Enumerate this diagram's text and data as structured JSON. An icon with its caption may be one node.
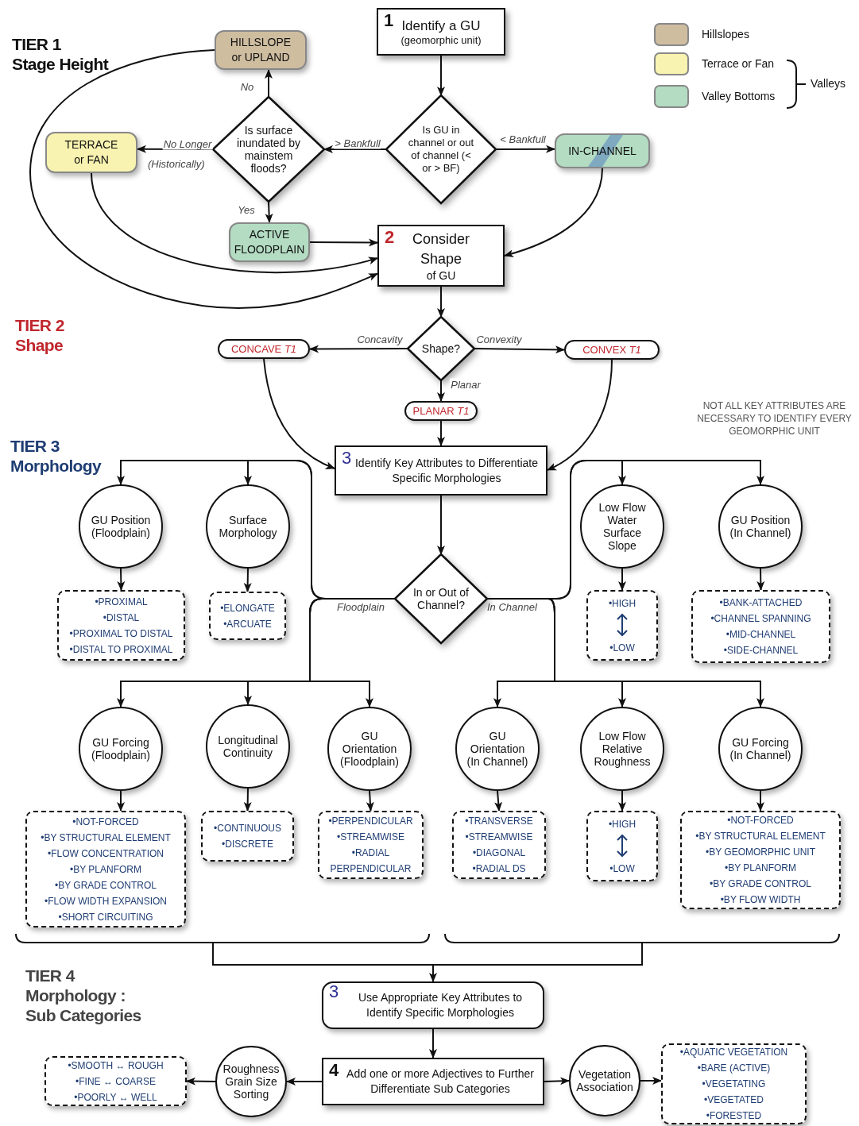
{
  "diagram": {
    "nodes": [
      {
        "text": [
          "1",
          "Identify a GU",
          "(geomorphic unit)"
        ]
      },
      {
        "text": [
          "HILLSLOPE or UPLAND"
        ]
      },
      {
        "text": [
          "Is surface inundated by mainstem floods?"
        ]
      },
      {
        "text": [
          "Is GU in channel or out of channel (< or > BF)"
        ]
      },
      {
        "text": [
          "TERRACE or FAN"
        ]
      },
      {
        "text": [
          "IN-CHANNEL"
        ]
      },
      {
        "text": [
          "ACTIVE FLOODPLAIN"
        ]
      },
      {
        "text": [
          "2",
          "Consider Shape",
          "of GU"
        ]
      },
      {
        "text": [
          "Shape?"
        ]
      },
      {
        "text": [
          "CONCAVE *T1*"
        ]
      },
      {
        "text": [
          "CONVEX *T1*"
        ]
      },
      {
        "text": [
          "PLANAR *T1*"
        ]
      },
      {
        "text": [
          "3",
          "Identify Key Attributes to Differentiate Specific Morphologies"
        ]
      },
      {
        "text": [
          "In or Out of Channel?"
        ]
      },
      {
        "text": [
          "GU Position (Floodplain)"
        ]
      },
      {
        "text": [
          "Surface Morphology"
        ]
      },
      {
        "text": [
          "Low Flow Water Surface Slope"
        ]
      },
      {
        "text": [
          "GU Position (In Channel)"
        ]
      },
      {
        "text": [
          "•PROXIMAL",
          "•DISTAL",
          "•PROXIMAL TO DISTAL",
          "•DISTAL TO PROXIMAL"
        ]
      },
      {
        "text": [
          "•ELONGATE",
          "•ARCUATE"
        ]
      },
      {
        "text": [
          "•HIGH",
          "•LOW"
        ]
      },
      {
        "text": [
          "•BANK-ATTACHED",
          "•CHANNEL SPANNING",
          "•MID-CHANNEL",
          "•SIDE-CHANNEL"
        ]
      },
      {
        "text": [
          "GU Forcing (Floodplain)"
        ]
      },
      {
        "text": [
          "Longitudinal Continuity"
        ]
      },
      {
        "text": [
          "GU Orientation (Floodplain)"
        ]
      },
      {
        "text": [
          "GU Orientation (In Channel)"
        ]
      },
      {
        "text": [
          "Low Flow Relative Roughness"
        ]
      },
      {
        "text": [
          "GU Forcing (In Channel)"
        ]
      },
      {
        "text": [
          "•NOT-FORCED",
          "•BY STRUCTURAL ELEMENT",
          "•FLOW CONCENTRATION",
          "•BY PLANFORM",
          "•BY GRADE CONTROL",
          "•FLOW WIDTH EXPANSION",
          "•SHORT CIRCUITING"
        ]
      },
      {
        "text": [
          "•CONTINUOUS",
          "•DISCRETE"
        ]
      },
      {
        "text": [
          "•PERPENDICULAR",
          "•STREAMWISE",
          "•RADIAL",
          "PERPENDICULAR"
        ]
      },
      {
        "text": [
          "•TRANSVERSE",
          "•STREAMWISE",
          "•DIAGONAL",
          "•RADIAL DS"
        ]
      },
      {
        "text": [
          "•HIGH",
          "•LOW"
        ]
      },
      {
        "text": [
          "•NOT-FORCED",
          "•BY STRUCTURAL ELEMENT",
          "•BY GEOMORPHIC UNIT",
          "•BY PLANFORM",
          "•BY GRADE CONTROL",
          "•BY FLOW WIDTH"
        ]
      },
      {
        "text": [
          "3",
          "Use Appropriate Key Attributes to Identify Specific Morphologies"
        ]
      },
      {
        "text": [
          "4",
          "Add one or more Adjectives to Further Differentiate Sub Categories"
        ]
      },
      {
        "text": [
          "Roughness Grain Size Sorting"
        ]
      },
      {
        "text": [
          "Vegetation Association"
        ]
      },
      {
        "text": [
          "•SMOOTH ↔ ROUGH",
          "•FINE ↔ COARSE",
          "•POORLY ↔ WELL"
        ]
      },
      {
        "text": [
          "•AQUATIC VEGETATION",
          "•BARE (ACTIVE)",
          "•VEGETATING",
          "•VEGETATED",
          "•FORESTED"
        ]
      }
    ],
    "edges": [
      {
        "from": 0,
        "to": 3,
        "arrow": "to"
      },
      {
        "from": 3,
        "to": 2,
        "arrow": "to",
        "label": "> Bankfull"
      },
      {
        "from": 3,
        "to": 5,
        "arrow": "to",
        "label": "< Bankfull"
      },
      {
        "from": 2,
        "to": 1,
        "arrow": "to",
        "label": "No"
      },
      {
        "from": 2,
        "to": 4,
        "arrow": "to",
        "label": "No Longer"
      },
      {
        "from": 2,
        "to": 6,
        "arrow": "to",
        "label": "Yes"
      },
      {
        "from": 6,
        "to": 7,
        "arrow": "to"
      },
      {
        "from": 4,
        "to": 7,
        "arrow": "to"
      },
      {
        "from": 1,
        "to": 7,
        "arrow": "to"
      },
      {
        "from": 5,
        "to": 7,
        "arrow": "to"
      },
      {
        "from": 7,
        "to": 8,
        "arrow": "to"
      },
      {
        "from": 8,
        "to": 9,
        "arrow": "to",
        "label": "Concavity"
      },
      {
        "from": 8,
        "to": 10,
        "arrow": "to",
        "label": "Convexity"
      },
      {
        "from": 8,
        "to": 11,
        "arrow": "to",
        "label": "Planar"
      },
      {
        "from": 11,
        "to": 12,
        "arrow": "to"
      },
      {
        "from": 9,
        "to": 12,
        "arrow": "to"
      },
      {
        "from": 10,
        "to": 12,
        "arrow": "to"
      },
      {
        "from": 12,
        "to": 13,
        "arrow": "to"
      },
      {
        "from": 13,
        "to": 14,
        "arrow": "to"
      },
      {
        "from": 13,
        "to": 15,
        "arrow": "to"
      },
      {
        "from": 13,
        "to": 22,
        "arrow": "to"
      },
      {
        "from": 13,
        "to": 23,
        "arrow": "to"
      },
      {
        "from": 13,
        "to": 24,
        "arrow": "to"
      },
      {
        "from": 13,
        "to": 16,
        "arrow": "to"
      },
      {
        "from": 13,
        "to": 17,
        "arrow": "to"
      },
      {
        "from": 13,
        "to": 25,
        "arrow": "to"
      },
      {
        "from": 13,
        "to": 26,
        "arrow": "to"
      },
      {
        "from": 13,
        "to": 27,
        "arrow": "to"
      },
      {
        "from": 14,
        "to": 18,
        "arrow": "to"
      },
      {
        "from": 15,
        "to": 19,
        "arrow": "to"
      },
      {
        "from": 16,
        "to": 20,
        "arrow": "to"
      },
      {
        "from": 17,
        "to": 21,
        "arrow": "to"
      },
      {
        "from": 22,
        "to": 28,
        "arrow": "to"
      },
      {
        "from": 23,
        "to": 29,
        "arrow": "to"
      },
      {
        "from": 24,
        "to": 30,
        "arrow": "to"
      },
      {
        "from": 25,
        "to": 31,
        "arrow": "to"
      },
      {
        "from": 26,
        "to": 32,
        "arrow": "to"
      },
      {
        "from": 27,
        "to": 33,
        "arrow": "to"
      },
      {
        "from": null,
        "to": 34,
        "arrow": "to"
      },
      {
        "from": 34,
        "to": 35,
        "arrow": "to"
      },
      {
        "from": 35,
        "to": 36,
        "arrow": "to"
      },
      {
        "from": 36,
        "to": 38,
        "arrow": "to"
      },
      {
        "from": 35,
        "to": 37,
        "arrow": "to"
      },
      {
        "from": 37,
        "to": 39,
        "arrow": "to"
      }
    ],
    "labels": [
      "TIER 1",
      "Stage Height",
      "(Historically)",
      "TIER 2",
      "Shape",
      "NOT ALL KEY ATTRIBUTES ARE NECESSARY TO IDENTIFY EVERY GEOMORPHIC UNIT",
      "TIER 3",
      "Morphology",
      "Floodplain",
      "In Channel",
      "TIER 4",
      "Morphology :",
      "Sub Categories",
      "Valleys"
    ],
    "legend": [
      {
        "text": "Hillslopes",
        "color": "#cfbda0"
      },
      {
        "text": "Terrace or Fan",
        "color": "#f8f3b0"
      },
      {
        "text": "Valley Bottoms",
        "color": "#b3dcc2"
      }
    ]
  }
}
